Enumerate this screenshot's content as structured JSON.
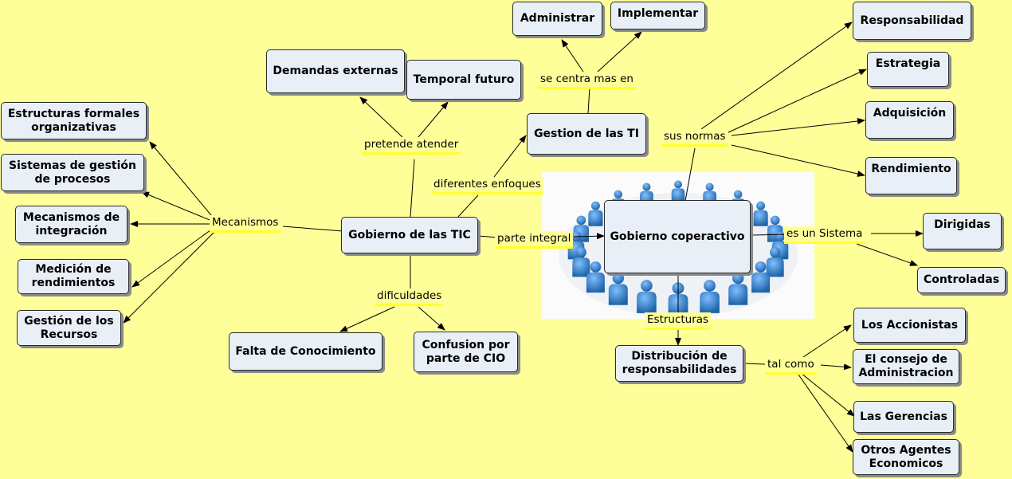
{
  "concepts": {
    "gobierno_tic": "Gobierno de las TIC",
    "gobierno_coperactivo": "Gobierno coperactivo",
    "gestion_ti": "Gestion de las TI",
    "administrar": "Administrar",
    "implementar": "Implementar",
    "demandas_externas": "Demandas externas",
    "temporal_futuro": "Temporal futuro",
    "estructuras_formales": "Estructuras formales organizativas",
    "sistemas_gestion": "Sistemas de gestión de procesos",
    "mecanismos_integracion": "Mecanismos de integración",
    "medicion_rendimientos": "Medición de rendimientos",
    "gestion_recursos": "Gestión de los Recursos",
    "falta_conocimiento": "Falta de Conocimiento",
    "confusion_cio": "Confusion por parte de CIO",
    "responsabilidad": "Responsabilidad",
    "estrategia": "Estrategia",
    "adquisicion": "Adquisición",
    "rendimiento": "Rendimiento",
    "dirigidas": "Dirigidas",
    "controladas": "Controladas",
    "distribucion": "Distribución de responsabilidades",
    "accionistas": "Los Accionistas",
    "consejo": "El consejo de Administracion",
    "gerencias": "Las Gerencias",
    "otros_agentes": "Otros Agentes Economicos"
  },
  "links": {
    "se_centra": "se centra mas en",
    "pretende_atender": "pretende atender",
    "diferentes_enfoques": "diferentes enfoques",
    "mecanismos": "Mecanismos",
    "parte_integral": "parte integral",
    "dificuldades": "dificuldades",
    "sus_normas": "sus normas",
    "es_un_sistema": "es un Sistema",
    "estructuras": "Estructuras",
    "tal_como": "tal como"
  },
  "colors": {
    "background": "#ffff99",
    "node_fill": "#e9eff6",
    "label_underline": "#ffff33",
    "people_icon": "#2f7fc4"
  },
  "image": {
    "icon": "team-circle-people-icon"
  }
}
